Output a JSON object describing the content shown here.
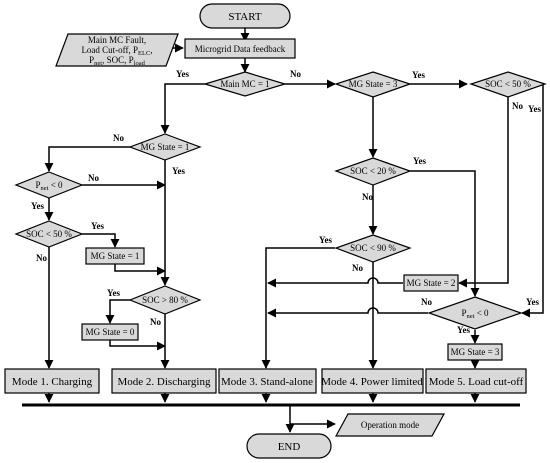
{
  "terminals": {
    "start": "START",
    "end": "END"
  },
  "io": {
    "inputs": {
      "line1": "Main MC Fault,",
      "line2_main": "Load Cut-off, P",
      "line2_sub": "ELC",
      "line2_tail": ",",
      "line3_main": "P",
      "line3_sub": "net",
      "line3_mid": ", SOC, P",
      "line3_sub2": "load"
    },
    "output": "Operation mode"
  },
  "process": {
    "feedback": "Microgrid Data feedback",
    "mg_state_1": "MG State = 1",
    "mg_state_0": "MG State = 0",
    "mg_state_2": "MG State = 2",
    "mg_state_3": "MG State = 3"
  },
  "decisions": {
    "main_mc": "Main MC = 1",
    "mg_state_eq3": "MG State = 3",
    "soc_lt_50_right": "SOC < 50 %",
    "mg_state_eq1": "MG State = 1",
    "pnet_lt0_left_main": "P",
    "pnet_lt0_left_sub": "net",
    "pnet_lt0_left_tail": " < 0",
    "soc_lt_20": "SOC < 20 %",
    "soc_lt_50_left": "SOC < 50 %",
    "soc_lt_90": "SOC < 90 %",
    "soc_gt_80": "SOC > 80 %",
    "pnet_lt0_right_main": "P",
    "pnet_lt0_right_sub": "net",
    "pnet_lt0_right_tail": " < 0"
  },
  "modes": {
    "m1": "Mode 1. Charging",
    "m2": "Mode 2. Discharging",
    "m3": "Mode 3. Stand-alone",
    "m4": "Mode 4. Power limited",
    "m5": "Mode 5. Load cut-off"
  },
  "branch_labels": {
    "yes": "Yes",
    "no": "No"
  }
}
